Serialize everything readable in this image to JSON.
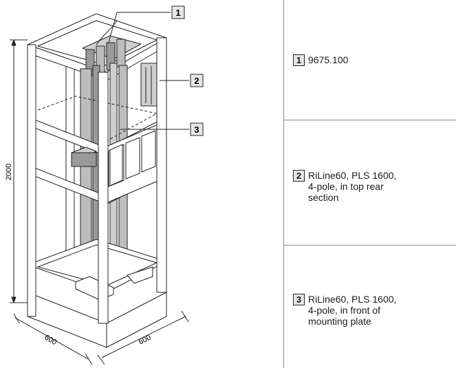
{
  "dimensions": {
    "height": "2000",
    "width_left": "600",
    "depth_right": "600"
  },
  "callouts": [
    {
      "number": "1",
      "text": "9675.100"
    },
    {
      "number": "2",
      "text": "RiLine60, PLS 1600,\n4-pole, in top rear\nsection"
    },
    {
      "number": "3",
      "text": "RiLine60, PLS 1600,\n4-pole, in front of\nmounting plate"
    }
  ],
  "colors": {
    "frame": "#ffffff",
    "line": "#222222",
    "busbar_light": "#cfcfcf",
    "busbar_dark": "#9a9a9a",
    "badge_fill": "#e6e6e6"
  }
}
